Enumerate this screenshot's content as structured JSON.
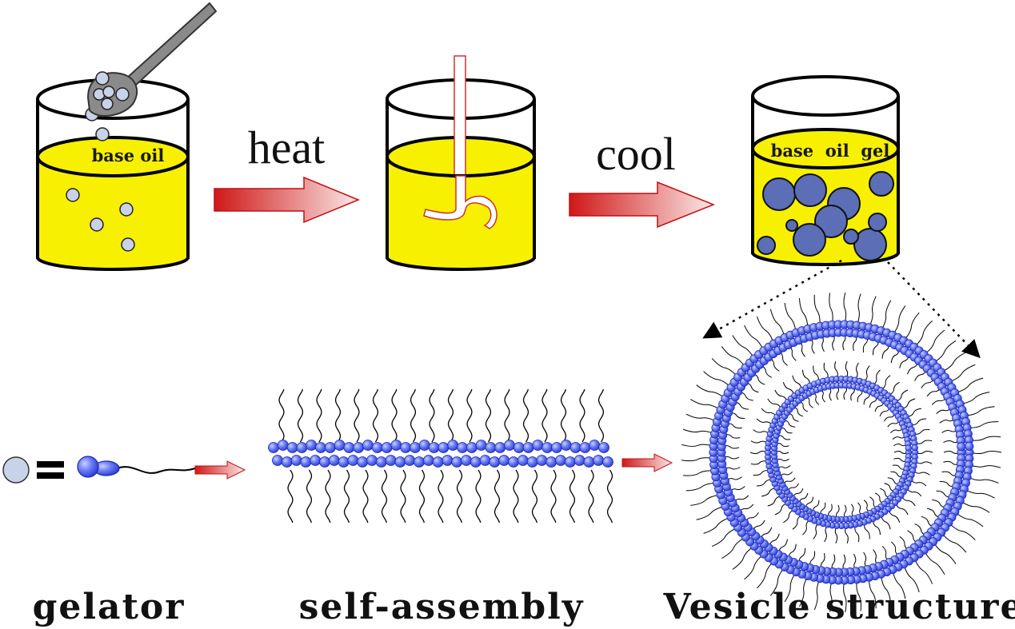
{
  "diagram": {
    "steps": [
      {
        "id": "mix",
        "beaker_label": "base oil"
      },
      {
        "id": "stir",
        "beaker_label": ""
      },
      {
        "id": "gel",
        "beaker_label": "base  oil  gel"
      }
    ],
    "transitions": [
      {
        "label": "heat"
      },
      {
        "label": "cool"
      }
    ],
    "bottom_labels": {
      "gelator": "gelator",
      "self_assembly": "self-assembly",
      "vesicle": "Vesicle structure"
    },
    "colors": {
      "oil": "#f7f000",
      "gelator_particle": "#c8d2e8",
      "gel_droplet": "#5b6eb6",
      "molecule_head": "#3a4ee8",
      "arrow_start": "#d01818",
      "arrow_end": "#fbe7e7",
      "spoon": "#8a8a8a"
    }
  }
}
